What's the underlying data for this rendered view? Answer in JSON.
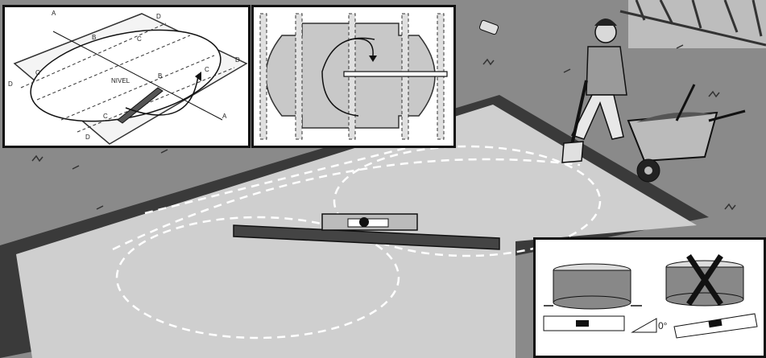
{
  "inset_layout": {
    "label_a": "A",
    "label_b": "B",
    "label_c": "C",
    "label_d": "D",
    "label_nivel": "NIVEL"
  },
  "inset_compare": {
    "angle_label": "0°"
  }
}
